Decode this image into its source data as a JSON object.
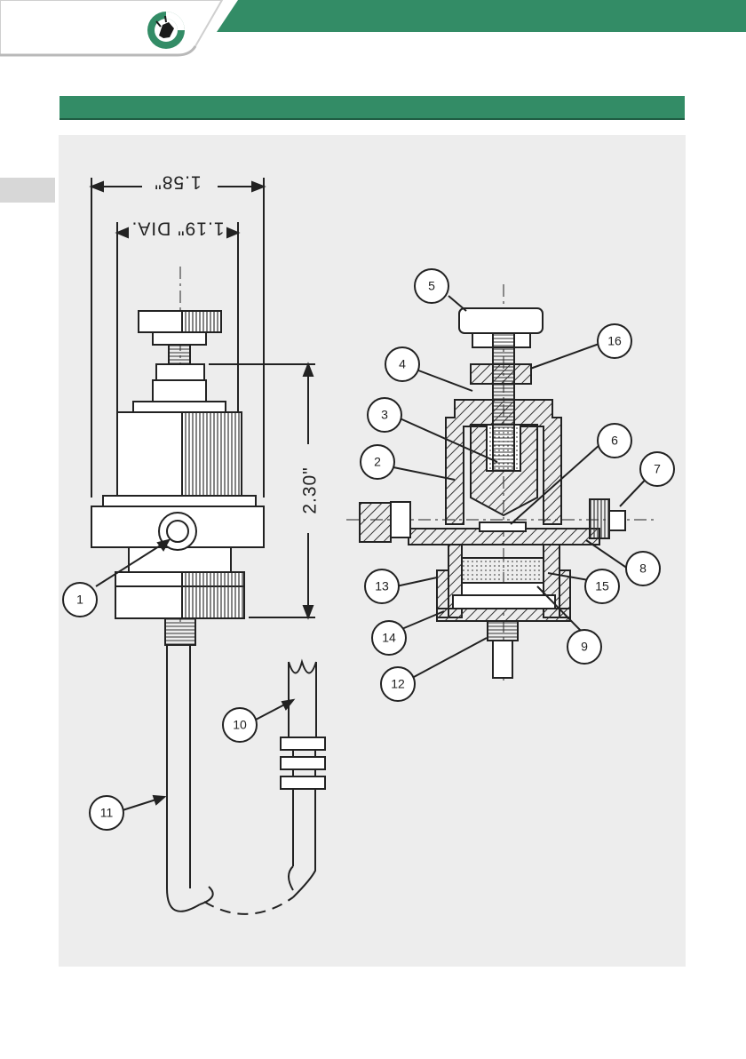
{
  "header": {
    "brand_color": "#338c66",
    "logo_icon": "gear-leaf-logo"
  },
  "section": {
    "bar_color": "#338c66",
    "title": ""
  },
  "side_tab": {
    "color": "#d7d7d7",
    "label": ""
  },
  "drawing": {
    "left_view": {
      "overall_width_label": "1.58\"",
      "diameter_label": "1.19\" DIA.",
      "height_label": "2.30\""
    },
    "callouts": [
      "1",
      "2",
      "3",
      "4",
      "5",
      "6",
      "7",
      "8",
      "9",
      "10",
      "11",
      "12",
      "13",
      "14",
      "15",
      "16"
    ]
  }
}
